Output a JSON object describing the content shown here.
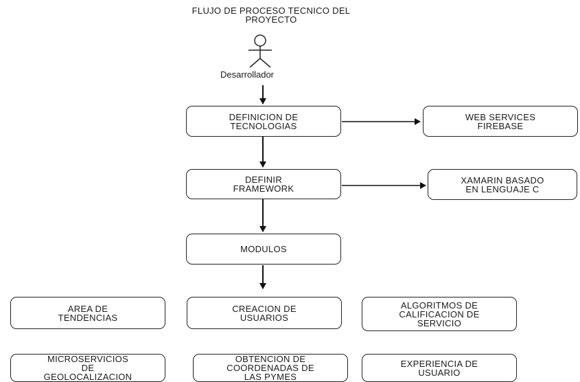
{
  "diagram": {
    "title": "FLUJO DE PROCESO TECNICO DEL\nPROYECTO",
    "actor": "Desarrollador",
    "nodes": {
      "definicion": "DEFINICION DE\nTECNOLOGIAS",
      "web_services": "WEB SERVICES\nFIREBASE",
      "definir_framework": "DEFINIR\nFRAMEWORK",
      "xamarin": "XAMARIN BASADO\nEN LENGUAJE C",
      "modulos": "MODULOS",
      "area_tendencias": "AREA DE\nTENDENCIAS",
      "creacion_usuarios": "CREACION DE\nUSUARIOS",
      "algoritmos": "ALGORITMOS DE\nCALIFICACION DE\nSERVICIO",
      "microservicios": "MICROSERVICIOS\nDE\nGEOLOCALIZACION",
      "obtencion": "OBTENCION DE\nCOORDENADAS DE\nLAS PYMES",
      "experiencia": "EXPERIENCIA DE\nUSUARIO"
    }
  }
}
